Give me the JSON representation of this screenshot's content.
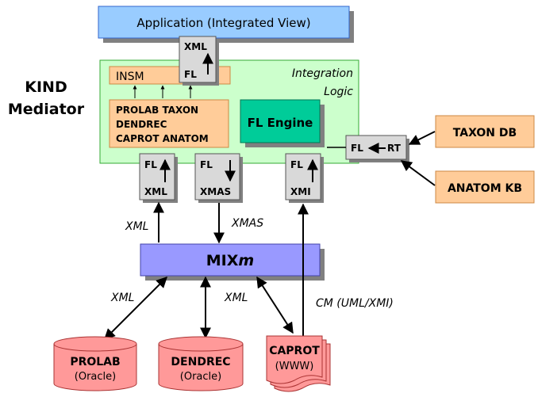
{
  "application": {
    "label": "Application  (Integrated View)"
  },
  "mediator": {
    "line1": "KIND",
    "line2": "Mediator"
  },
  "integration_logic": {
    "line1": "Integration",
    "line2": "Logic"
  },
  "insm": {
    "label": "INSM"
  },
  "top_converter": {
    "top": "XML",
    "bottom": "FL"
  },
  "domain_maps": {
    "row1": "PROLAB  TAXON",
    "row2": "DENDREC",
    "row3": "CAPROT  ANATOM"
  },
  "fl_engine": {
    "label": "FL Engine"
  },
  "converters": [
    {
      "top": "FL",
      "bottom": "XML"
    },
    {
      "top": "FL",
      "bottom": "XMAS"
    },
    {
      "top": "FL",
      "bottom": "XMI"
    }
  ],
  "rt_converter": {
    "left": "FL",
    "right": "RT"
  },
  "external_sources": [
    {
      "label": "TAXON DB"
    },
    {
      "label": "ANATOM KB"
    }
  ],
  "mixm": {
    "label_main": "MIX",
    "label_suffix": "m"
  },
  "edge_labels": {
    "xml_up": "XML",
    "xmas_down": "XMAS",
    "xml_left": "XML",
    "xml_right": "XML",
    "cm": "CM (UML/XMI)"
  },
  "sources": [
    {
      "name": "PROLAB",
      "sub": "(Oracle)"
    },
    {
      "name": "DENDREC",
      "sub": "(Oracle)"
    },
    {
      "name": "CAPROT",
      "sub": "(WWW)"
    }
  ],
  "colors": {
    "application": "#99ccff",
    "integration": "#ccffcc",
    "orange": "#ffcc99",
    "engine": "#00cc99",
    "converter": "#d9d9d9",
    "mixm": "#9999ff",
    "source": "#ff9999",
    "shadow": "#808080"
  }
}
